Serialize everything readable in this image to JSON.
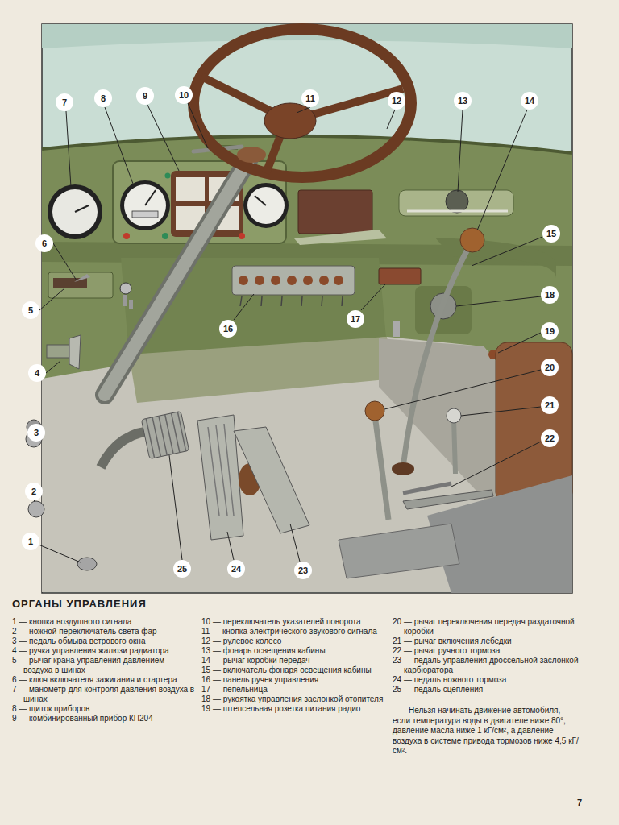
{
  "diagram": {
    "title": "ОРГАНЫ УПРАВЛЕНИЯ",
    "labels": [
      "1",
      "2",
      "3",
      "4",
      "5",
      "6",
      "7",
      "8",
      "9",
      "10",
      "11",
      "12",
      "13",
      "14",
      "15",
      "16",
      "17",
      "18",
      "19",
      "20",
      "21",
      "22",
      "23",
      "24",
      "25",
      "1 — кнопка воздушного сигнала",
      "2 — ножной переключатель света фар",
      "3 — педаль обмыва ветрового окна",
      "4 — ручка управления жалюзи радиатора",
      "5 — рычаг крана управления давлением воздуха в шинах",
      "6 — ключ включателя зажигания и стартера",
      "7 — манометр для контроля давления воздуха в шинах",
      "8 — щиток приборов",
      "9 — комбинированный прибор КП204",
      "10 — переключатель указателей поворота",
      "11 — кнопка электрического звукового сигнала",
      "12 — рулевое колесо",
      "13 — фонарь освещения кабины",
      "14 — рычаг коробки передач",
      "15 — включатель фонаря освещения кабины",
      "16 — панель ручек управления",
      "17 — пепельница",
      "18 — рукоятка управления заслонкой отопителя",
      "19 — штепсельная розетка питания радио",
      "20 — рычаг переключения передач раздаточной коробки",
      "21 — рычаг включения лебедки",
      "22 — рычаг ручного тормоза",
      "23 — педаль управления дроссельной заслонкой карбюратора",
      "24 — педаль ножного тормоза",
      "25 — педаль сцепления",
      "Нельзя начинать движение автомобиля, если температура воды в двигателе ниже 80°, давление масла ниже 1 кГ/см², а давление воздуха в системе привода тормозов ниже 4,5 кГ/см².",
      "7"
    ]
  }
}
